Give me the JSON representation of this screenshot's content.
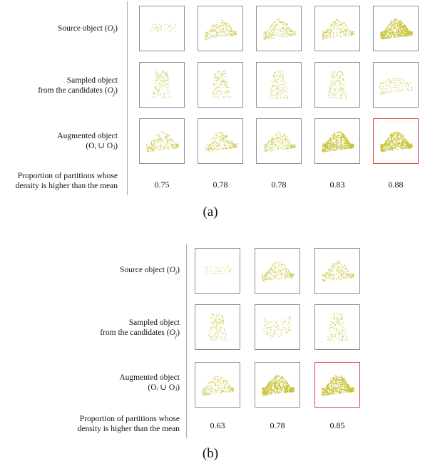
{
  "panel_a": {
    "row_labels": {
      "source": {
        "line1": "Source object (",
        "sym": "O",
        "sub": "i",
        "close": ")"
      },
      "sampled": {
        "line1": "Sampled object",
        "line2_pre": "from the candidates (",
        "sym": "O",
        "sub": "j",
        "close": ")"
      },
      "augmented": {
        "line1": "Augmented object",
        "line2": "(Oᵢ ∪ Oⱼ)"
      },
      "proportion": {
        "line1": "Proportion of partitions whose",
        "line2": "density is higher than the mean"
      }
    },
    "values": [
      "0.75",
      "0.78",
      "0.78",
      "0.83",
      "0.88"
    ],
    "caption": "(a)"
  },
  "panel_b": {
    "row_labels": {
      "source": {
        "line1": "Source object (",
        "sym": "O",
        "sub": "i",
        "close": ")"
      },
      "sampled": {
        "line1": "Sampled object",
        "line2_pre": "from the candidates (",
        "sym": "O",
        "sub": "j",
        "close": ")"
      },
      "augmented": {
        "line1": "Augmented object",
        "line2": "(Oᵢ ∪ Oⱼ)"
      },
      "proportion": {
        "line1": "Proportion of partitions whose",
        "line2": "density is higher than the mean"
      }
    },
    "values": [
      "0.63",
      "0.78",
      "0.85"
    ],
    "caption": "(b)"
  },
  "colors": {
    "points": "#c8c43a",
    "highlight": "#e04545",
    "frame": "#8f8f8f"
  }
}
